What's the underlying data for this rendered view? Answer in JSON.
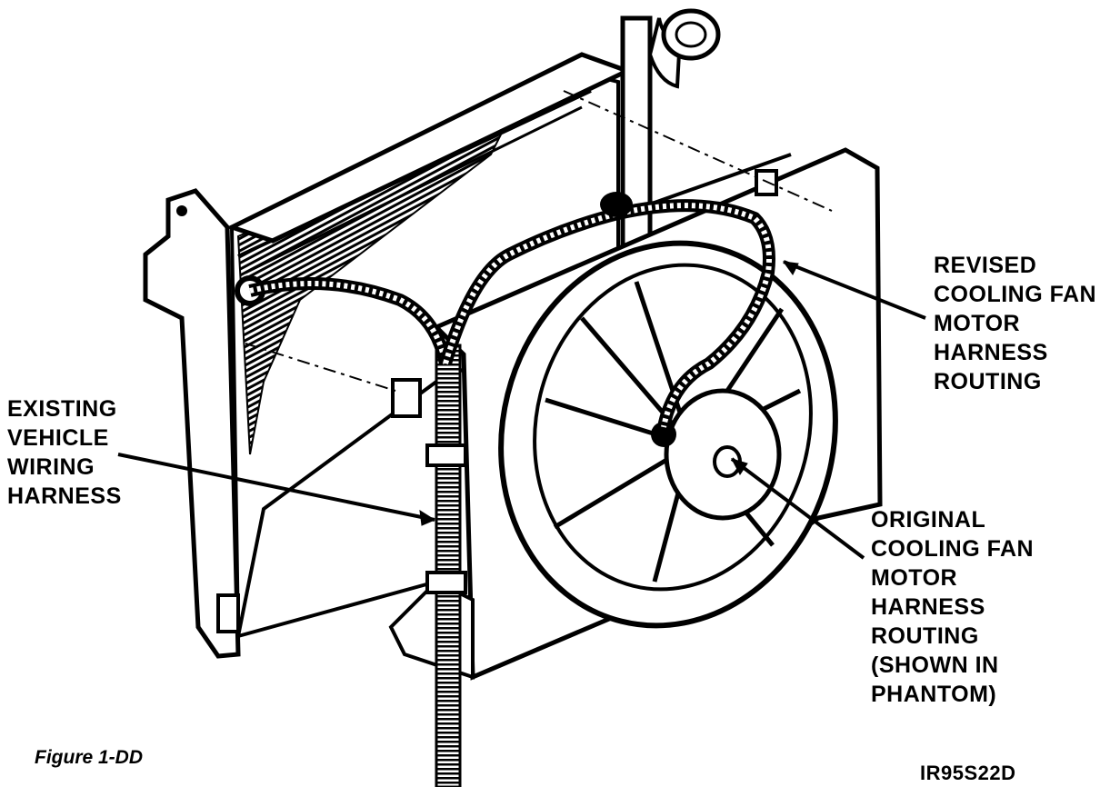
{
  "labels": {
    "existing_harness": [
      "EXISTING",
      "VEHICLE",
      "WIRING",
      "HARNESS"
    ],
    "revised_routing": [
      "REVISED",
      "COOLING FAN",
      "MOTOR",
      "HARNESS",
      "ROUTING"
    ],
    "original_routing": [
      "ORIGINAL",
      "COOLING FAN",
      "MOTOR",
      "HARNESS",
      "ROUTING",
      "(SHOWN IN",
      "PHANTOM)"
    ]
  },
  "caption": "Figure 1-DD",
  "figure_code": "IR95S22D",
  "colors": {
    "line": "#000000",
    "background": "#ffffff"
  }
}
